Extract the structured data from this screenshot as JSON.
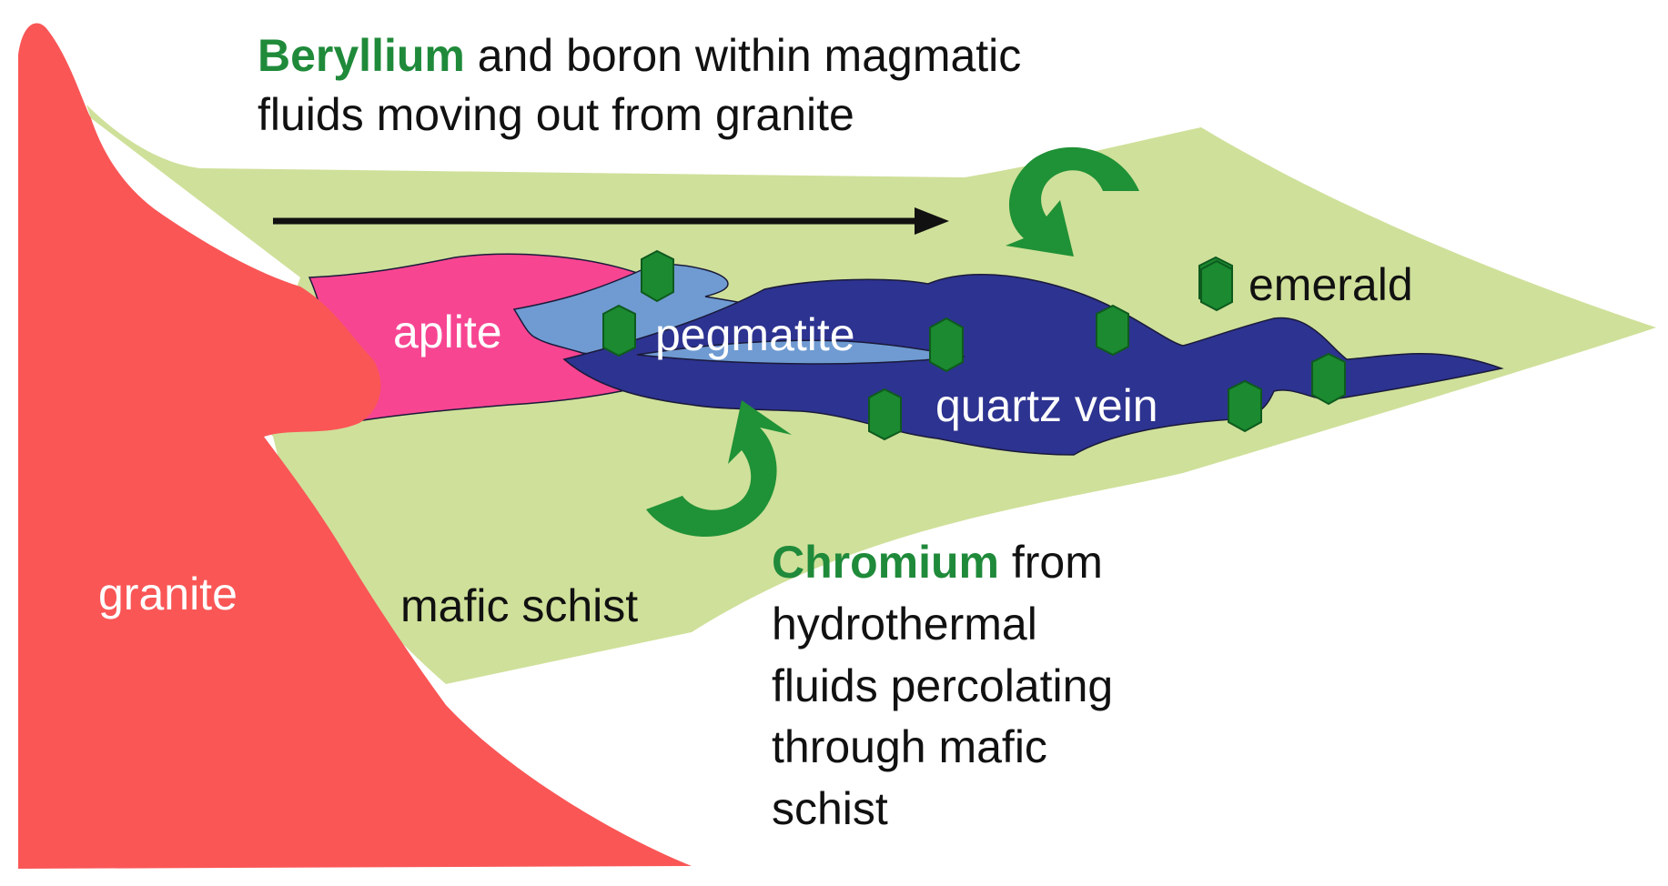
{
  "colors": {
    "granite": "#fa5656",
    "mafic_schist": "#cfe09a",
    "aplite": "#f74592",
    "pegmatite": "#6f9bd2",
    "quartz_vein": "#2d3390",
    "emerald": "#1b8a30",
    "emerald_dark": "#0e5a1e",
    "arrow_green": "#1f9136",
    "text_dark": "#111111",
    "text_light": "#ffffff",
    "emphasis_green": "#1f8a3a"
  },
  "icons": {
    "emerald": "hexagon",
    "flow_arrow": "black-right-arrow",
    "fluid_arrow": "curved-green-arrow"
  },
  "annotations": {
    "beryllium": {
      "emphasis": "Beryllium",
      "line1_rest": " and boron within magmatic",
      "line2": "fluids moving out from granite"
    },
    "chromium": {
      "emphasis": "Chromium",
      "line1_rest": " from",
      "line2": "hydrothermal",
      "line3": "fluids percolating",
      "line4": "through mafic",
      "line5": "schist"
    }
  },
  "labels": {
    "granite": "granite",
    "mafic_schist": "mafic schist",
    "aplite": "aplite",
    "pegmatite": "pegmatite",
    "quartz_vein": "quartz vein",
    "emerald": "emerald"
  }
}
